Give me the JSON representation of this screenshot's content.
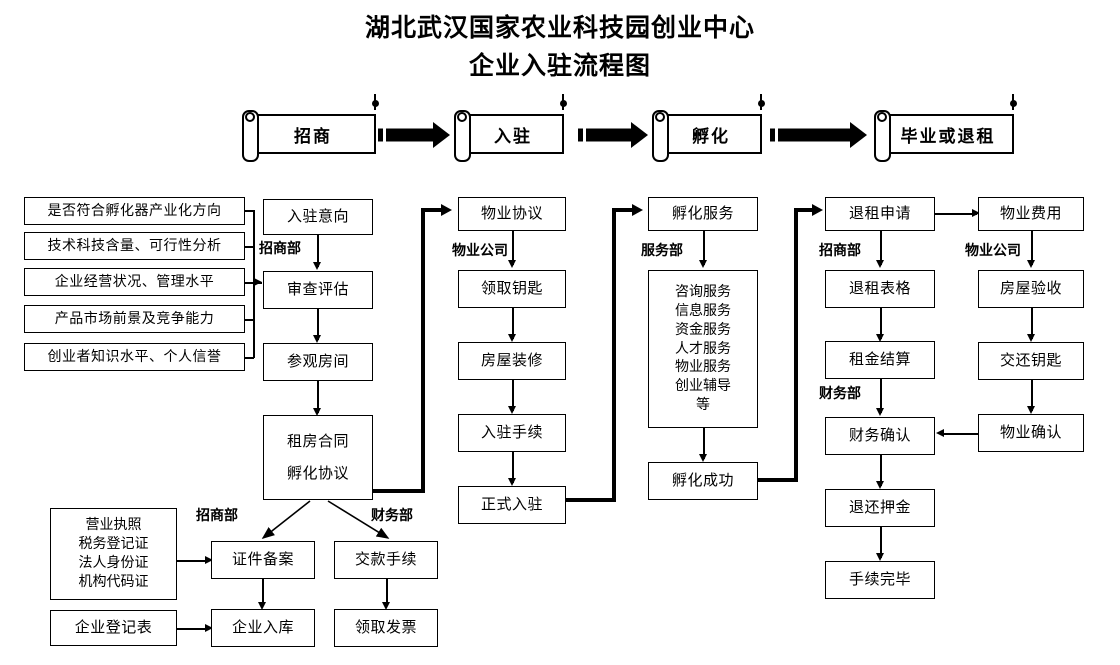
{
  "title": {
    "line1": "湖北武汉国家农业科技园创业中心",
    "line2": "企业入驻流程图"
  },
  "stages": [
    {
      "label": "招商"
    },
    {
      "label": "入驻"
    },
    {
      "label": "孵化"
    },
    {
      "label": "毕业或退租"
    }
  ],
  "criteria": {
    "items": [
      "是否符合孵化器产业化方向",
      "技术科技含量、可行性分析",
      "企业经营状况、管理水平",
      "产品市场前景及竞争能力",
      "创业者知识水平、个人信誉"
    ]
  },
  "column_recruit": {
    "dept": "招商部",
    "steps": [
      "入驻意向",
      "审查评估",
      "参观房间"
    ],
    "contract": {
      "line1": "租房合同",
      "line2": "孵化协议"
    }
  },
  "column_movein": {
    "dept": "物业公司",
    "steps": [
      "物业协议",
      "领取钥匙",
      "房屋装修",
      "入驻手续",
      "正式入驻"
    ]
  },
  "column_incubate": {
    "dept": "服务部",
    "head": "孵化服务",
    "services": [
      "咨询服务",
      "信息服务",
      "资金服务",
      "人才服务",
      "物业服务",
      "创业辅导",
      "等"
    ],
    "tail": "孵化成功"
  },
  "column_exit": {
    "dept_top": "招商部",
    "dept_mid": "财务部",
    "steps": [
      "退租申请",
      "退租表格",
      "租金结算",
      "财务确认",
      "退还押金",
      "手续完毕"
    ]
  },
  "column_property": {
    "dept": "物业公司",
    "steps": [
      "物业费用",
      "房屋验收",
      "交还钥匙",
      "物业确认"
    ]
  },
  "bottom": {
    "documents": [
      "营业执照",
      "税务登记证",
      "法人身份证",
      "机构代码证"
    ],
    "registration_form": "企业登记表",
    "dept_recruit": "招商部",
    "dept_finance": "财务部",
    "recruit_steps": [
      "证件备案",
      "企业入库"
    ],
    "finance_steps": [
      "交款手续",
      "领取发票"
    ]
  },
  "colors": {
    "line": "#000000",
    "background": "#ffffff",
    "text": "#000000"
  }
}
